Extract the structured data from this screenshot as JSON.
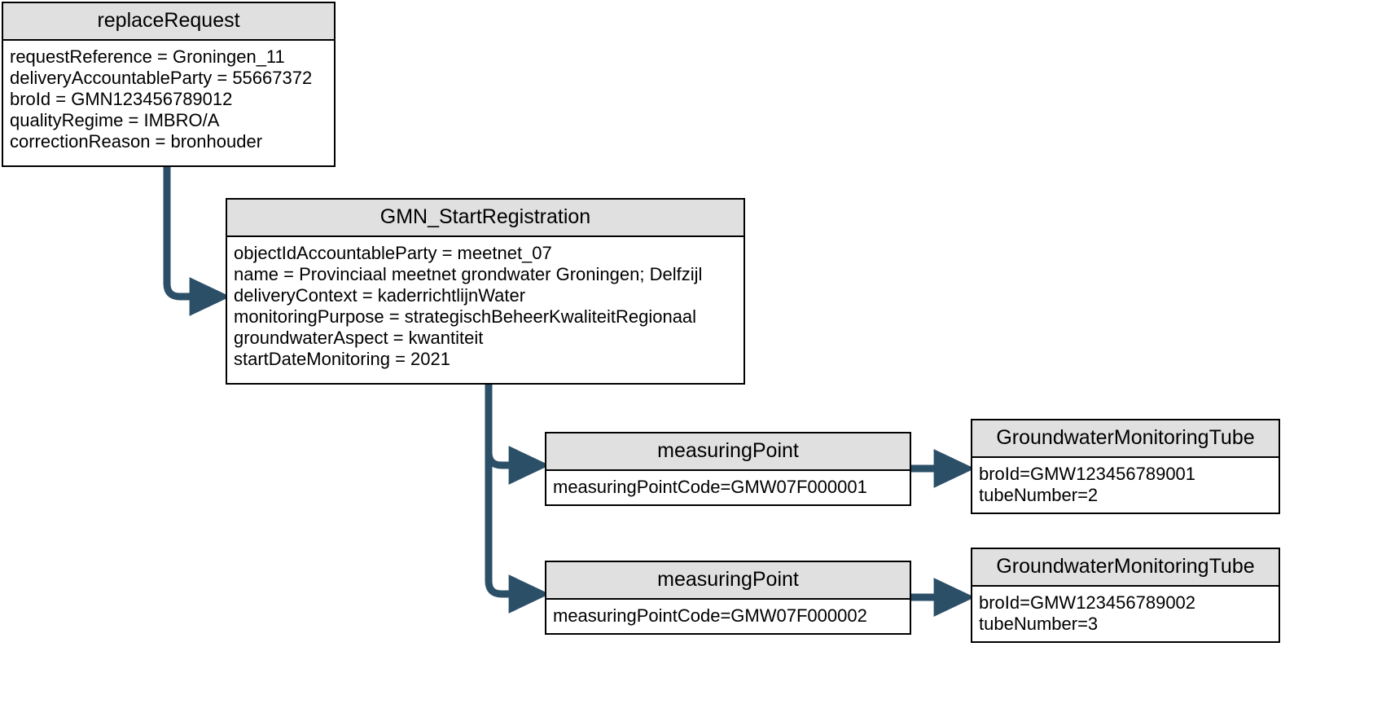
{
  "diagram": {
    "title": "replaceRequest GMN_StartRegistration object diagram",
    "colors": {
      "box_border": "#000000",
      "header_fill": "#e0e0e0",
      "body_fill": "#ffffff",
      "connector": "#2c4f68",
      "text": "#000000",
      "background": "#ffffff"
    },
    "nodes": [
      {
        "id": "replaceRequest",
        "header": "replaceRequest",
        "attributes": [
          "requestReference = Groningen_11",
          "deliveryAccountableParty = 55667372",
          "broId = GMN123456789012",
          "qualityRegime = IMBRO/A",
          "correctionReason = bronhouder"
        ]
      },
      {
        "id": "GMN_StartRegistration",
        "header": "GMN_StartRegistration",
        "attributes": [
          "objectIdAccountableParty = meetnet_07",
          "name = Provinciaal meetnet grondwater Groningen; Delfzijl",
          "deliveryContext = kaderrichtlijnWater",
          "monitoringPurpose = strategischBeheerKwaliteitRegionaal",
          "groundwaterAspect = kwantiteit",
          "startDateMonitoring = 2021"
        ]
      },
      {
        "id": "measuringPoint1",
        "header": "measuringPoint",
        "attributes": [
          "measuringPointCode=GMW07F000001"
        ]
      },
      {
        "id": "measuringPoint2",
        "header": "measuringPoint",
        "attributes": [
          "measuringPointCode=GMW07F000002"
        ]
      },
      {
        "id": "tube1",
        "header": "GroundwaterMonitoringTube",
        "attributes": [
          "broId=GMW123456789001",
          "tubeNumber=2"
        ]
      },
      {
        "id": "tube2",
        "header": "GroundwaterMonitoringTube",
        "attributes": [
          "broId=GMW123456789002",
          "tubeNumber=3"
        ]
      }
    ],
    "edges": [
      {
        "id": "edge-replaceRequest-to-startregistration",
        "from": "replaceRequest",
        "to": "GMN_StartRegistration",
        "style": "elbow-down-right",
        "arrow": "solid-filled"
      },
      {
        "id": "edge-startregistration-to-measuringpoint1",
        "from": "GMN_StartRegistration",
        "to": "measuringPoint1",
        "style": "elbow-down-right",
        "arrow": "solid-filled"
      },
      {
        "id": "edge-startregistration-to-measuringpoint2",
        "from": "GMN_StartRegistration",
        "to": "measuringPoint2",
        "style": "elbow-down-right",
        "arrow": "solid-filled"
      },
      {
        "id": "edge-measuringpoint1-to-tube1",
        "from": "measuringPoint1",
        "to": "tube1",
        "style": "straight-right",
        "arrow": "solid-filled"
      },
      {
        "id": "edge-measuringpoint2-to-tube2",
        "from": "measuringPoint2",
        "to": "tube2",
        "style": "straight-right",
        "arrow": "solid-filled"
      }
    ]
  }
}
